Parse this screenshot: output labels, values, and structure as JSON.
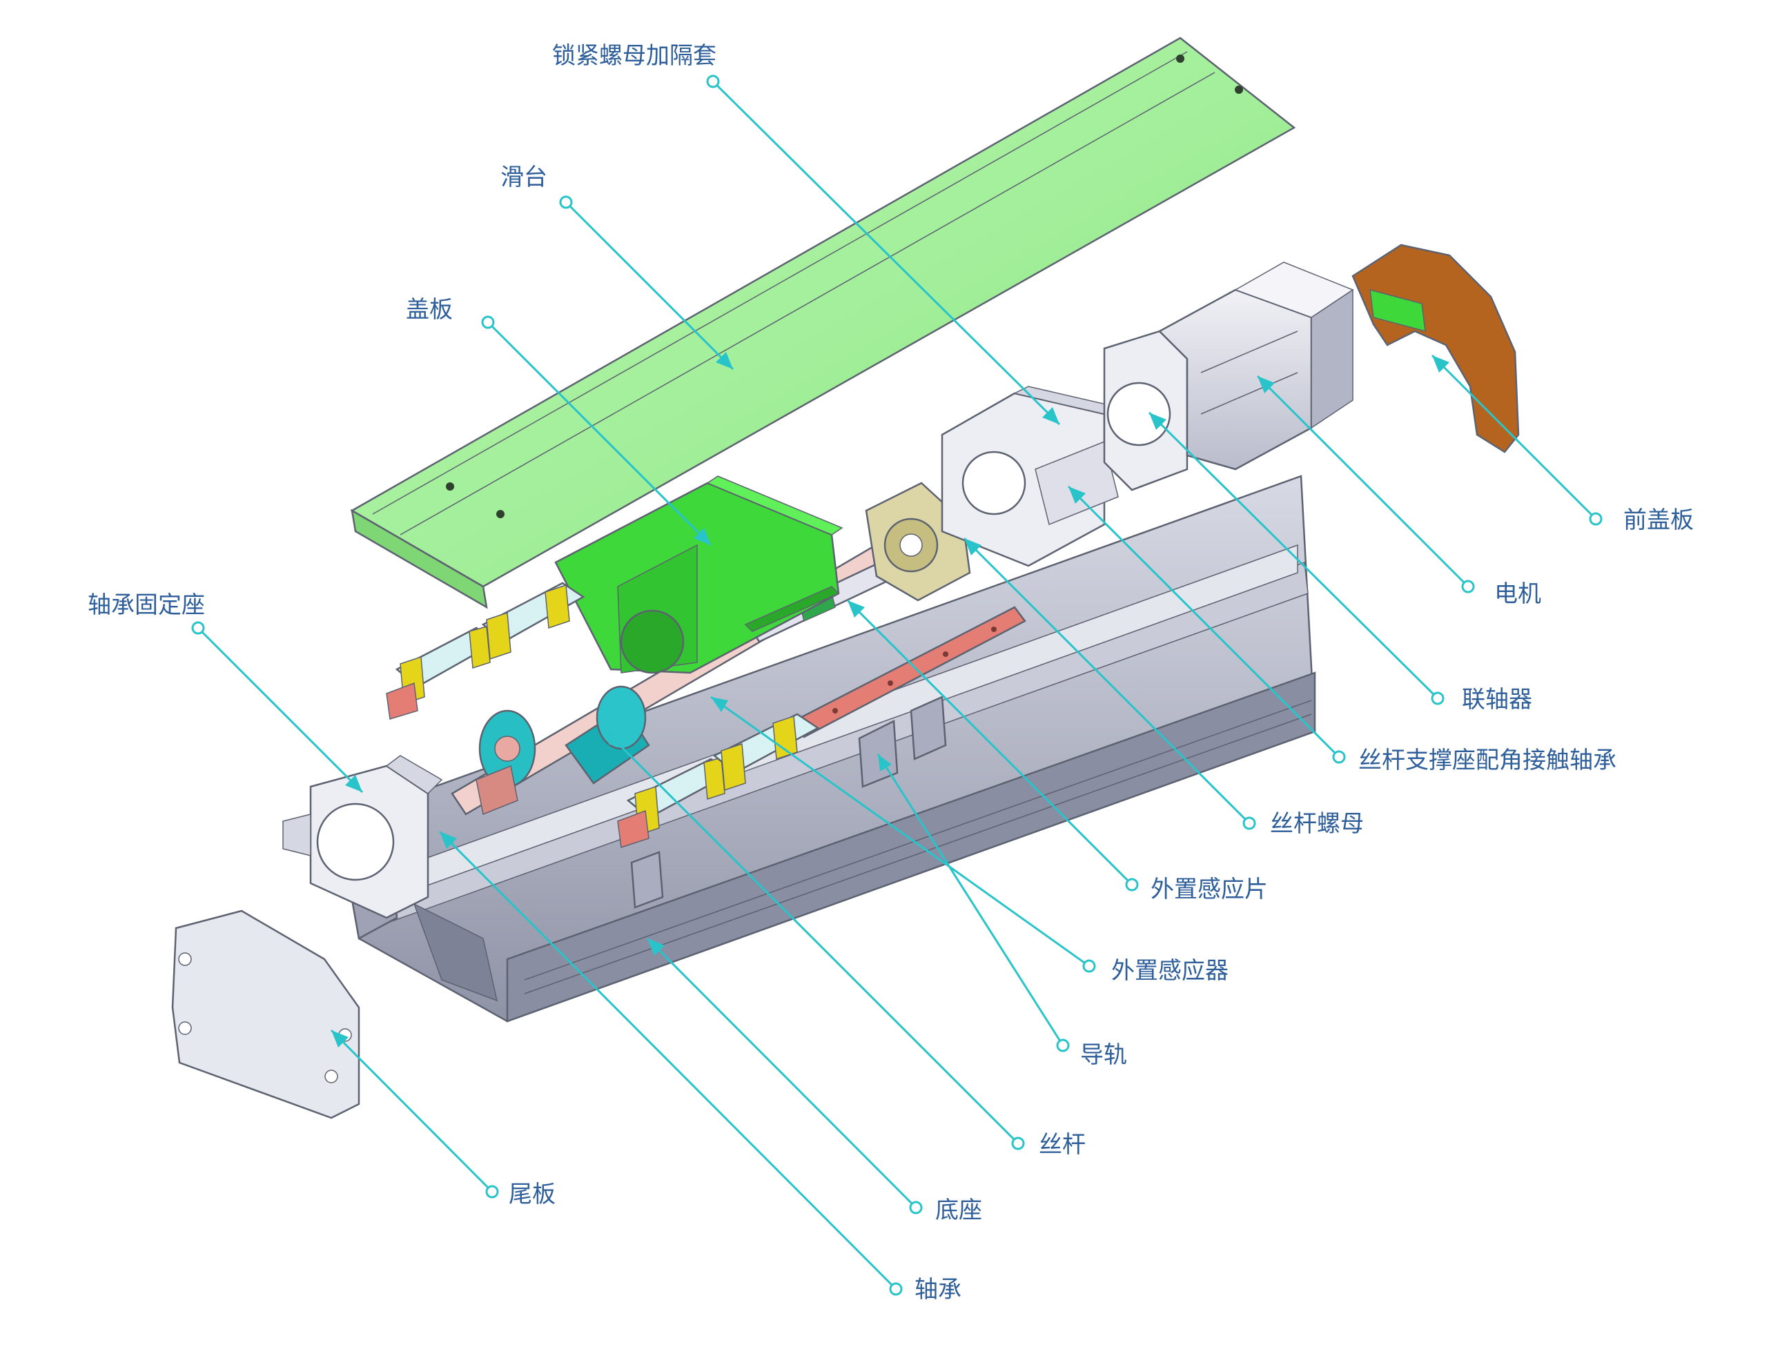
{
  "labels": {
    "lock_nut_spacer": "锁紧螺母加隔套",
    "slide_table": "滑台",
    "cover_plate": "盖板",
    "bearing_holder": "轴承固定座",
    "front_cover": "前盖板",
    "motor": "电机",
    "coupling": "联轴器",
    "screw_support_bearing": "丝杆支撑座配角接触轴承",
    "screw_nut": "丝杆螺母",
    "external_sensor_plate": "外置感应片",
    "external_sensor": "外置感应器",
    "guide_rail": "导轨",
    "lead_screw": "丝杆",
    "tail_plate": "尾板",
    "base": "底座",
    "bearing": "轴承"
  },
  "colors": {
    "label_text": "#2f5f9a",
    "leader_line": "#29c4c9",
    "cover_green": "#a4f59a",
    "slide_green": "#3ed83a",
    "base_gray": "#b9bccb",
    "front_cover_brown": "#b5641f",
    "rail_red": "#e47e74",
    "screw_teal": "#19aeb4",
    "carriage_cyan": "#d8f2f4",
    "carriage_yellow": "#e5d51a"
  }
}
